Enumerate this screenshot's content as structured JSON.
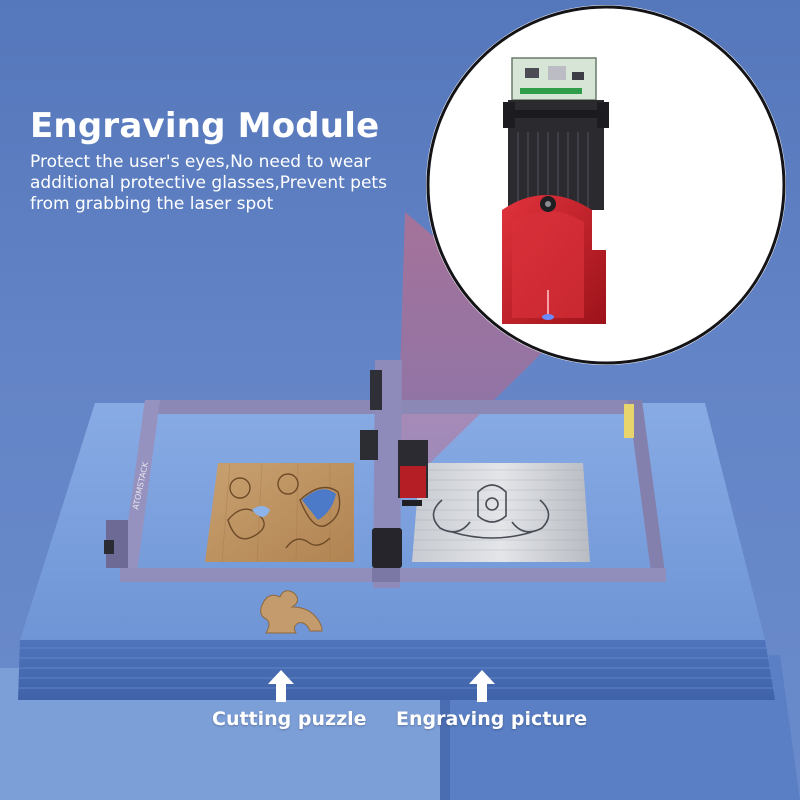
{
  "heading": {
    "title": "Engraving Module",
    "description": "Protect the user's eyes,No need to wear additional protective glasses,Prevent pets from grabbing the laser spot"
  },
  "captions": {
    "left": "Cutting puzzle",
    "right": "Engraving picture"
  },
  "icons": {
    "left_arrow": "arrow-up-icon",
    "right_arrow": "arrow-up-icon"
  },
  "colors": {
    "background": "#5d7fc0",
    "platform_top": "#7ea3df",
    "frame": "#8a86b4",
    "laser_shield": "#c4232b",
    "text": "#ffffff"
  }
}
